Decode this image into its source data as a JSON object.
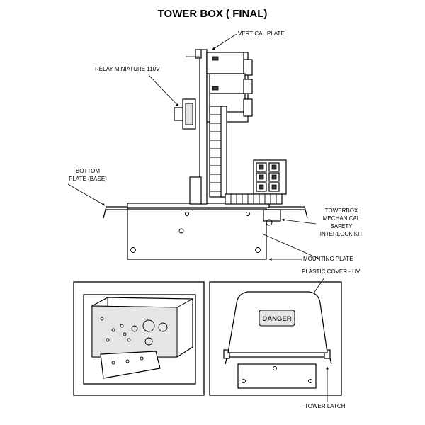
{
  "title": "TOWER BOX ( FINAL)",
  "labels": {
    "vertical_plate": "VERTICAL PLATE",
    "relay": "RELAY MINIATURE 110V",
    "bottom_plate_line1": "BOTTOM",
    "bottom_plate_line2": "PLATE (BASE)",
    "interlock_line1": "TOWERBOX",
    "interlock_line2": "MECHANICAL",
    "interlock_line3": "SAFETY",
    "interlock_line4": "INTERLOCK KIT",
    "mounting_plate": "MOUNTING PLATE",
    "plastic_cover": "PLASTIC COVER - UV",
    "tower_latch": "TOWER LATCH",
    "danger": "DANGER"
  }
}
